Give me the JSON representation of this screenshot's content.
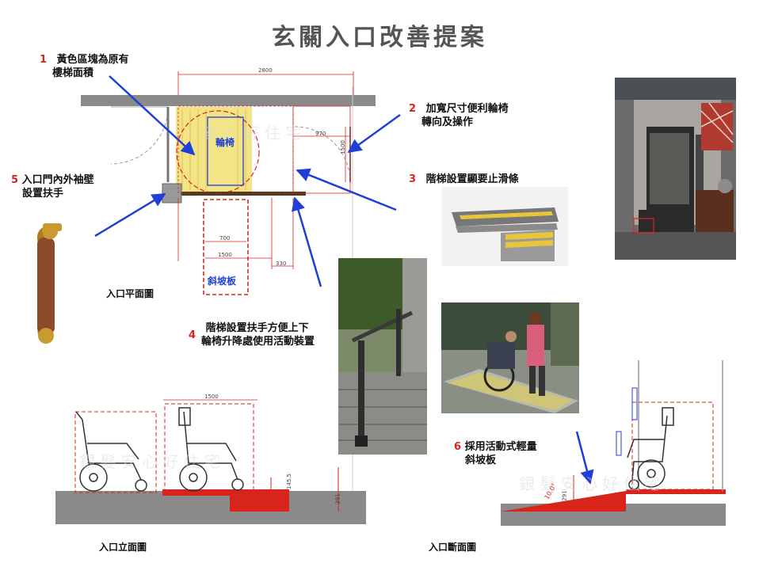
{
  "title": "玄關入口改善提案",
  "notes": [
    {
      "num": "1",
      "line1": "黃色區塊為原有",
      "line2": "樓梯面積"
    },
    {
      "num": "2",
      "line1": "加寬尺寸便利輪椅",
      "line2": "轉向及操作"
    },
    {
      "num": "3",
      "line1": "階梯設置顯要止滑條",
      "line2": ""
    },
    {
      "num": "4",
      "line1": "階梯設置扶手方便上下",
      "line2": "輪椅升降處使用活動裝置"
    },
    {
      "num": "5",
      "line1": "入口門內外袖壁",
      "line2": "設置扶手"
    },
    {
      "num": "6",
      "line1": "採用活動式輕量",
      "line2": "斜坡板"
    }
  ],
  "plan": {
    "caption": "入口平面圖",
    "wheelchair_label": "輪椅",
    "ramp_label": "斜坡板",
    "dims": {
      "top": "2800",
      "right_w": "970",
      "right_h": "1500",
      "ramp_w": "700",
      "ramp_l": "1500",
      "side": "330"
    }
  },
  "elevation": {
    "caption": "入口立面圖",
    "dims": {
      "width": "1500",
      "step": "145.5",
      "height": "291"
    }
  },
  "section": {
    "caption": "入口斷面圖",
    "dims": {
      "angle": "10.0°",
      "height": "291"
    }
  },
  "colors": {
    "red": "#d9241b",
    "blue": "#1f3fd6",
    "yellow": "#f2e27a",
    "wall": "#8a8a8a"
  }
}
